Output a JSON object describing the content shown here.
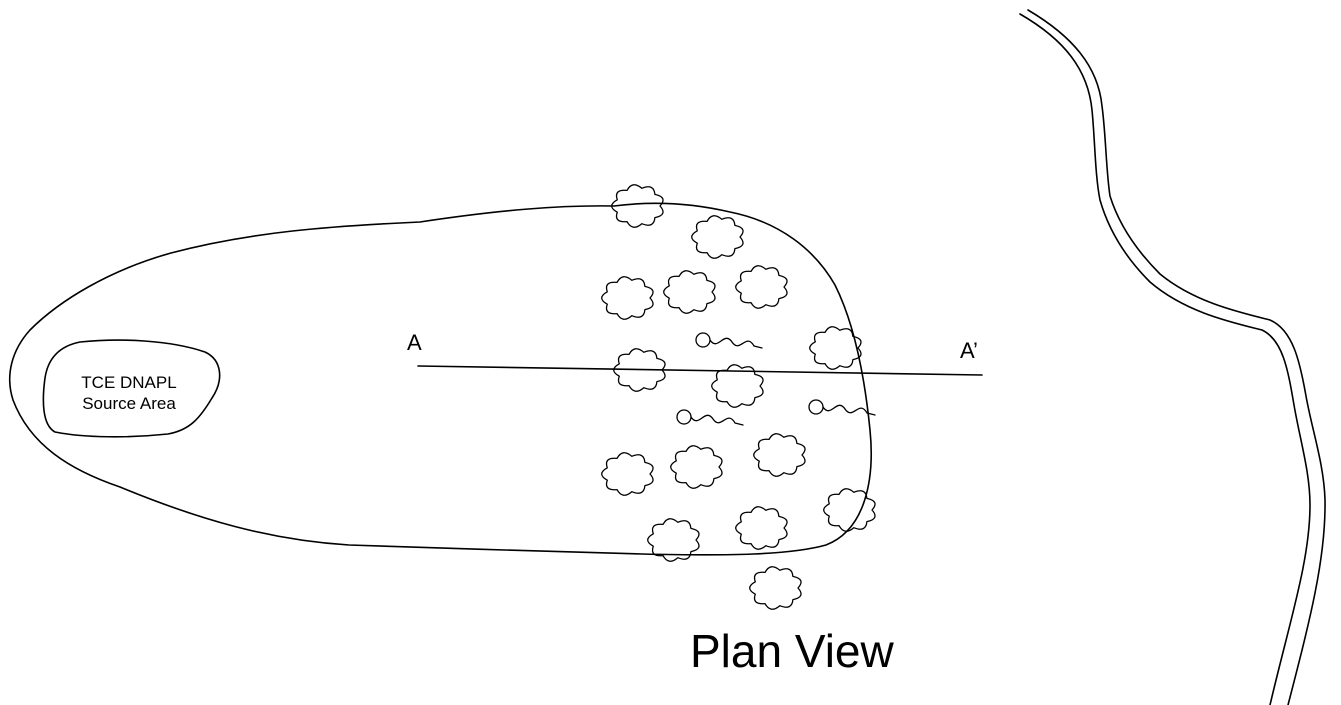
{
  "diagram": {
    "title": "Plan View",
    "source_area": {
      "line1": "TCE DNAPL",
      "line2": "Source Area"
    },
    "section_line": {
      "start_label": "A",
      "end_label": "A’"
    },
    "palette": {
      "ink": "#000000",
      "background": "#ffffff"
    },
    "features": {
      "plume": "plume-outline",
      "river": "river-banks",
      "vegetation": "shrub-cluster",
      "microbes": "bacteria-icon"
    }
  }
}
